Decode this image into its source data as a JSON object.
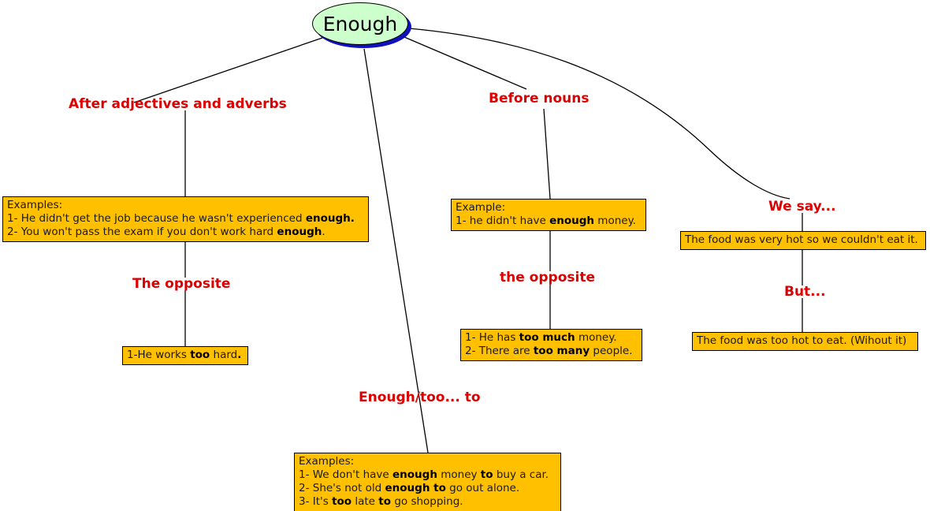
{
  "diagram": {
    "title": "Enough - usage mind map",
    "colors": {
      "heading": "#dd0000",
      "box_fill": "#ffc000",
      "box_border": "#000000",
      "root_fill": "#ccffcc",
      "root_shadow": "#1111bb",
      "edge": "#000000",
      "background": "#ffffff"
    }
  },
  "root": {
    "label": "Enough"
  },
  "branches": {
    "after_adj": {
      "heading": "After adjectives and adverbs",
      "examples_box": {
        "line1": "Examples:",
        "line2_a": "1- He didn't get the job because he wasn't experienced ",
        "line2_b": "enough.",
        "line3_a": "2- You won't pass the exam if you don't work hard ",
        "line3_b": "enough",
        "line3_c": "."
      },
      "opposite_heading": "The opposite",
      "opposite_box": {
        "line1_a": "1-He works ",
        "line1_b": "too",
        "line1_c": " hard",
        "line1_d": "."
      }
    },
    "before_nouns": {
      "heading": "Before nouns",
      "example_box": {
        "line1": "Example:",
        "line2_a": "1- he didn't have ",
        "line2_b": "enough",
        "line2_c": " money."
      },
      "opposite_heading": "the opposite",
      "opposite_box": {
        "line1_a": "1- He has ",
        "line1_b": "too much",
        "line1_c": " money.",
        "line2_a": "2- There are ",
        "line2_b": "too many",
        "line2_c": " people."
      }
    },
    "we_say": {
      "heading": "We say...",
      "box": {
        "line1": "The food was very hot so we couldn't eat it."
      },
      "but_heading": "But...",
      "but_box": {
        "line1": "The food was too hot to eat. (Wihout it)"
      }
    },
    "enough_too_to": {
      "heading": "Enough/too... to",
      "examples_box": {
        "line1": "Examples:",
        "line2_a": "1- We don't have ",
        "line2_b": "enough",
        "line2_c": " money ",
        "line2_d": "to",
        "line2_e": " buy a car.",
        "line3_a": "2- She's not old ",
        "line3_b": "enough to",
        "line3_c": " go out alone.",
        "line4_a": "3- It's ",
        "line4_b": "too",
        "line4_c": " late ",
        "line4_d": "to",
        "line4_e": " go shopping."
      }
    }
  }
}
